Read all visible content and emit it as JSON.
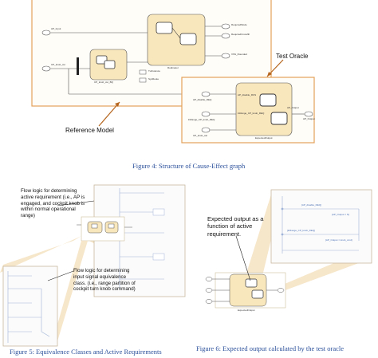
{
  "fig4": {
    "caption": "Figure 4: Structure of Cause-Effect graph",
    "reference_model_label": "Reference Model",
    "test_oracle_label": "Test Oracle",
    "model_ports_in": [
      "AP_Input",
      "CP_knob_cut"
    ],
    "model_ports_out": [
      "RequiredMode",
      "RequiredCrossfill",
      "VSS_Rounded"
    ],
    "model_blocks": [
      "CP_knob_cut_BQ",
      "Turbulence",
      "Rudimator",
      "SysRoute"
    ],
    "oracle_ports_in": [
      "AP_disable_REQ",
      "lnRange_CP_knob_REQ",
      "CP_knob_cal"
    ],
    "oracle_ports_out": [
      "AP_Output"
    ],
    "oracle_block": "ExpectedOutput",
    "oracle_inner": [
      "AP_disable_RCS",
      "AP_Output",
      "lnRange_CP_knob_REQ"
    ]
  },
  "fig5": {
    "caption": "Figure 5: Equivalence Classes and Active Requirements",
    "callout_active": "Flow logic for determining active requirement (i.e., AP is engaged, and cockpit knob is within normal operational range)",
    "callout_equiv": "Flow logic for determining input signal equivalence class. (i.e., range partition of cockpit turn knob command)"
  },
  "fig6": {
    "caption": "Figure 6: Expected output calculated by the test oracle",
    "callout_expected": "Expected output as a function of active requirement.",
    "zoom_labels": [
      "[AP_disable_REQ]",
      "[AP_Output = N]",
      "[lnRange_CP_knob_REQ]",
      "[AP_Output = knob_cmd]"
    ],
    "oracle_block": "ExpectedOutput"
  }
}
